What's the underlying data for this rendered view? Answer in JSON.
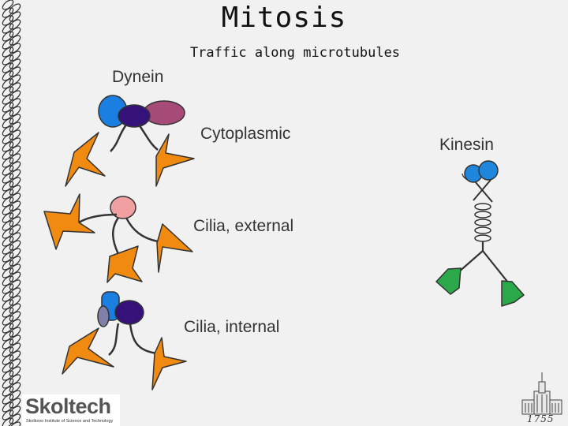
{
  "slide": {
    "title": "Mitosis",
    "subtitle": "Traffic along microtubules"
  },
  "figure": {
    "dynein_label": "Dynein",
    "cytoplasmic_label": "Cytoplasmic",
    "cilia_external_label": "Cilia, external",
    "cilia_internal_label": "Cilia, internal",
    "kinesin_label": "Kinesin"
  },
  "logo": {
    "name": "Skoltech",
    "tagline": "Skolkovo Institute of Science and Technology"
  },
  "footer": {
    "year_mark": "1755"
  },
  "colors": {
    "background": "#f1f1f1",
    "blue_head": "#1a7fe0",
    "dark_purple_head": "#35127a",
    "mauve_head": "#a64a78",
    "pink_head": "#f0a0a0",
    "grey_head": "#8080a8",
    "orange_motor": "#f08a10",
    "green_motor": "#2aa84a",
    "kinesin_blue": "#1f86dd"
  }
}
